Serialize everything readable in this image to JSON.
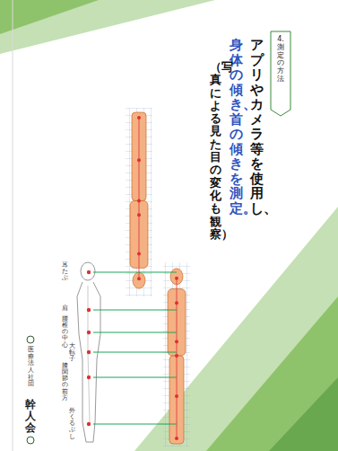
{
  "diagram": {
    "nodes": [
      {
        "text": [
          "4. 測定の方法"
        ]
      }
    ],
    "labels": [
      "アプリやカメラ等を使用し、",
      "身体の傾き、首の傾きを測定。",
      "（写真による見た目の変化も観察）",
      "耳たぶ",
      "肩",
      "腰椎の中心",
      "大転子",
      "膝関節の前方",
      "外くるぶし",
      "医療法人社団",
      "幹人会"
    ]
  }
}
